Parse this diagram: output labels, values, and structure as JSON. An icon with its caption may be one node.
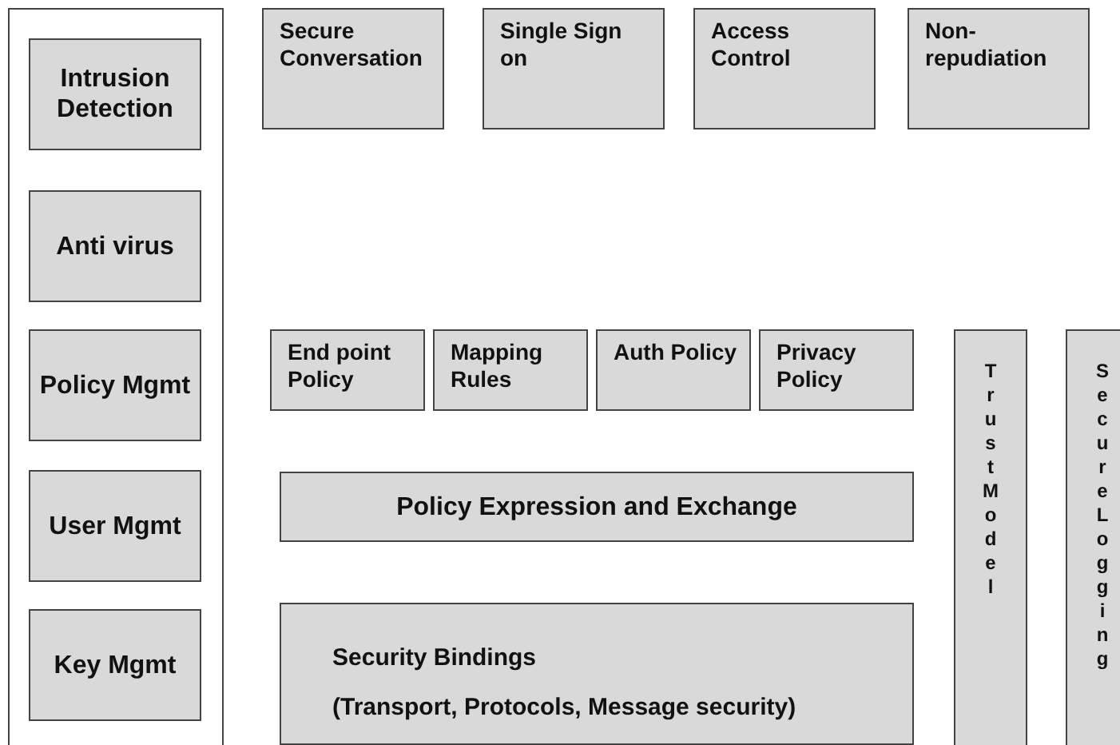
{
  "diagram": {
    "nodes": [
      {
        "text": [],
        "shape": "box"
      },
      {
        "text": [
          "Intrusion Detection"
        ],
        "in": 0
      },
      {
        "text": [
          "Anti virus"
        ],
        "in": 0
      },
      {
        "text": [
          "Policy Mgmt"
        ],
        "in": 0
      },
      {
        "text": [
          "User Mgmt"
        ],
        "in": 0
      },
      {
        "text": [
          "Key Mgmt"
        ],
        "in": 0
      },
      {
        "text": [
          "Secure Conversation"
        ]
      },
      {
        "text": [
          "Single Sign on"
        ]
      },
      {
        "text": [
          "Access Control"
        ]
      },
      {
        "text": [
          "Non-repudiation"
        ]
      },
      {
        "text": [
          "End point Policy"
        ]
      },
      {
        "text": [
          "Mapping Rules"
        ]
      },
      {
        "text": [
          "Auth Policy"
        ]
      },
      {
        "text": [
          "Privacy Policy"
        ]
      },
      {
        "text": [
          "Policy Expression and Exchange"
        ]
      },
      {
        "text": [
          "Security Bindings",
          "(Transport, Protocols, Message security)"
        ]
      },
      {
        "text": [
          "TrustModel"
        ]
      },
      {
        "text": [
          "SecureLogging"
        ]
      }
    ]
  }
}
